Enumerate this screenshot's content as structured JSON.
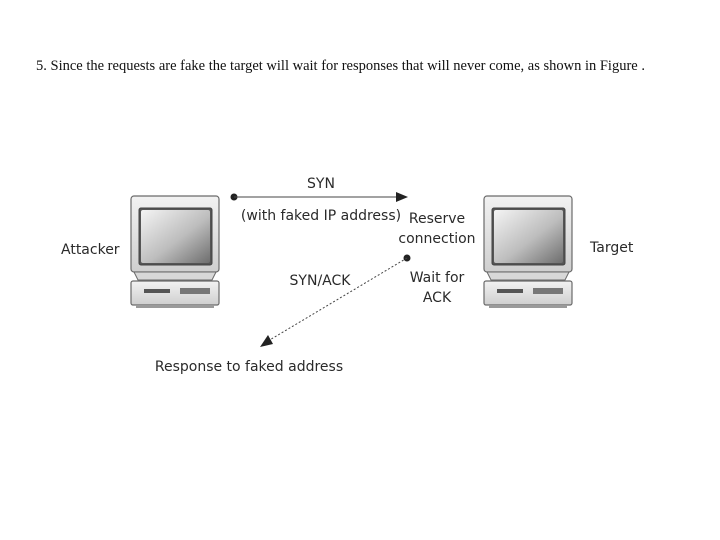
{
  "caption": "5. Since the requests are fake the target will wait for responses that will never come, as shown in Figure .",
  "diagram": {
    "attacker_label": "Attacker",
    "target_label": "Target",
    "syn_label": "SYN",
    "faked_ip_label": "(with faked IP address)",
    "reserve_label_1": "Reserve",
    "reserve_label_2": "connection",
    "synack_label": "SYN/ACK",
    "wait_label_1": "Wait for",
    "wait_label_2": "ACK",
    "response_label": "Response to faked address"
  }
}
